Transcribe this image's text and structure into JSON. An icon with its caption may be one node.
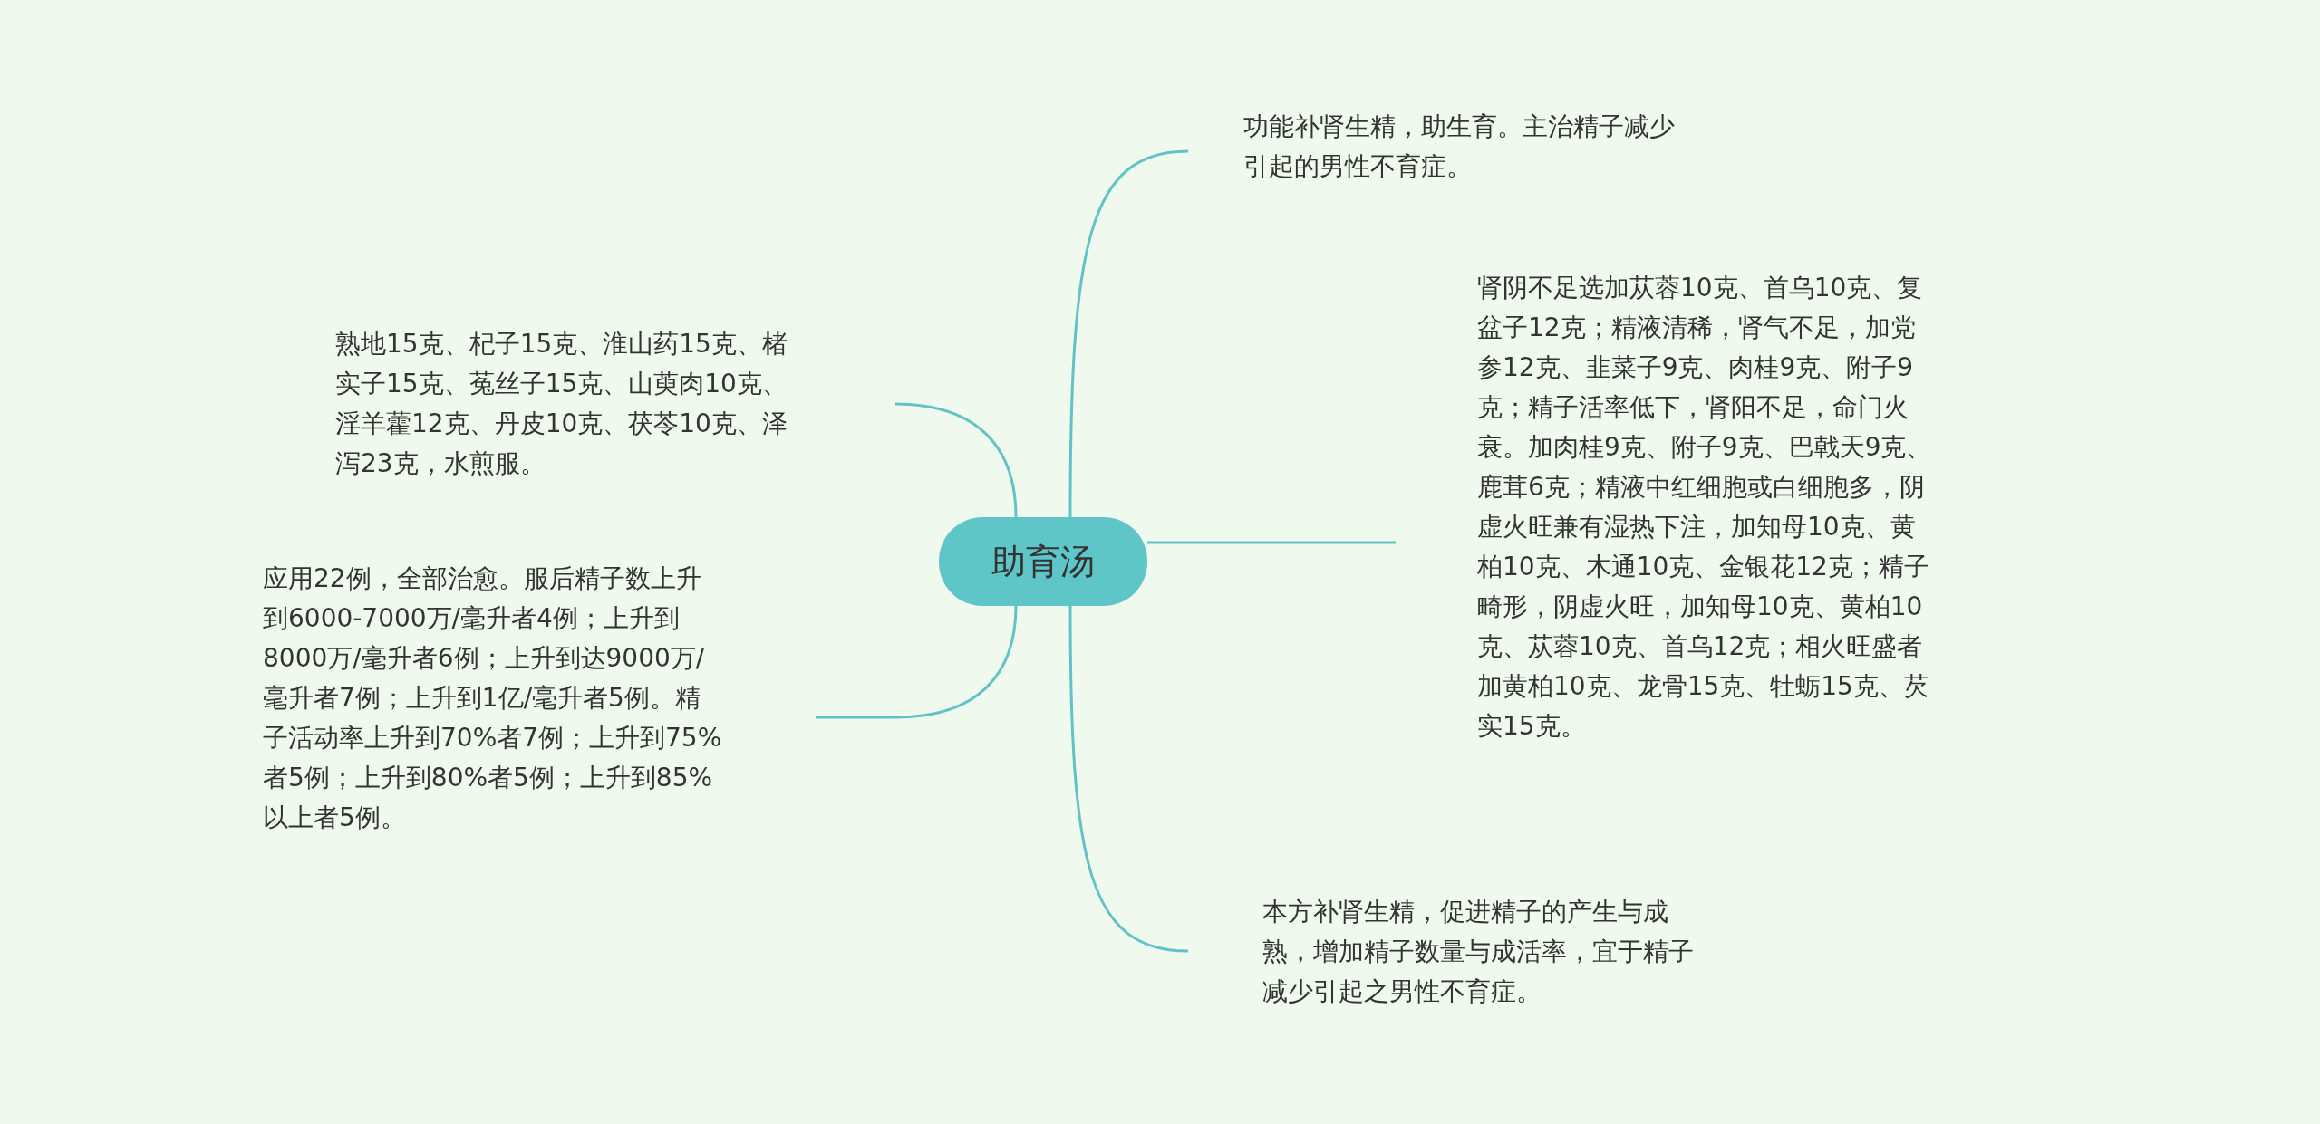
{
  "diagram": {
    "nodes": [
      {
        "text": [
          "助育汤"
        ]
      },
      {
        "text": [
          "功能补肾生精，助生育。主治精子减少引起的男性不育症。"
        ]
      },
      {
        "text": [
          "肾阴不足选加苁蓉10克、首乌10克、复盆子12克；精液清稀，肾气不足，加党参12克、韭菜子9克、肉桂9克、附子9克；精子活率低下，肾阳不足，命门火衰。加肉桂9克、附子9克、巴戟天9克、鹿茸6克；精液中红细胞或白细胞多，阴虚火旺兼有湿热下注，加知母10克、黄柏10克、木通10克、金银花12克；精子畸形，阴虚火旺，加知母10克、黄柏10克、苁蓉10克、首乌12克；相火旺盛者加黄柏10克、龙骨15克、牡蛎15克、芡实15克。"
        ]
      },
      {
        "text": [
          "本方补肾生精，促进精子的产生与成熟，增加精子数量与成活率，宜于精子减少引起之男性不育症。"
        ]
      },
      {
        "text": [
          "熟地15克、杞子15克、淮山药15克、楮实子15克、菟丝子15克、山萸肉10克、淫羊藿12克、丹皮10克、茯苓10克、泽泻23克，水煎服。"
        ]
      },
      {
        "text": [
          "应用22例，全部治愈。服后精子数上升到6000-7000万/毫升者4例；上升到8000万/毫升者6例；上升到达9000万/毫升者7例；上升到1亿/毫升者5例。精子活动率上升到70%者7例；上升到75%者5例；上升到80%者5例；上升到85%以上者5例。"
        ]
      }
    ],
    "edges": [
      {
        "from": 0,
        "to": 1,
        "arrow": "none"
      },
      {
        "from": 0,
        "to": 2,
        "arrow": "none"
      },
      {
        "from": 0,
        "to": 3,
        "arrow": "none"
      },
      {
        "from": 0,
        "to": 4,
        "arrow": "none"
      },
      {
        "from": 0,
        "to": 5,
        "arrow": "none"
      }
    ]
  }
}
